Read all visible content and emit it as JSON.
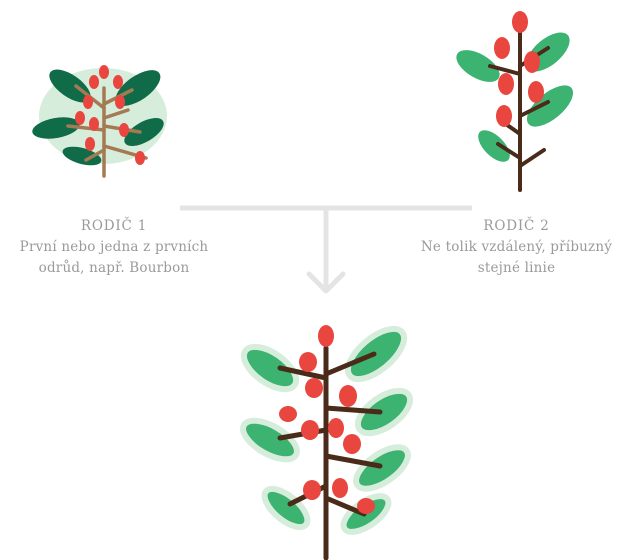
{
  "parent1": {
    "title": "RODIČ 1",
    "description_line1": "První nebo jedna z prvních",
    "description_line2": "odrůd, např. Bourbon"
  },
  "parent2": {
    "title": "RODIČ 2",
    "description_line1": "Ne tolik vzdálený, příbuzný",
    "description_line2": "stejné linie"
  },
  "colors": {
    "dark_leaf": "#0f6b48",
    "light_leaf": "#3cb371",
    "berry": "#e8463f",
    "stem_brown": "#4a2a18",
    "stem_tan": "#a47a52",
    "glow": "#d7eddc",
    "connector": "#e4e4e4",
    "label_text": "#9a9a9a"
  }
}
